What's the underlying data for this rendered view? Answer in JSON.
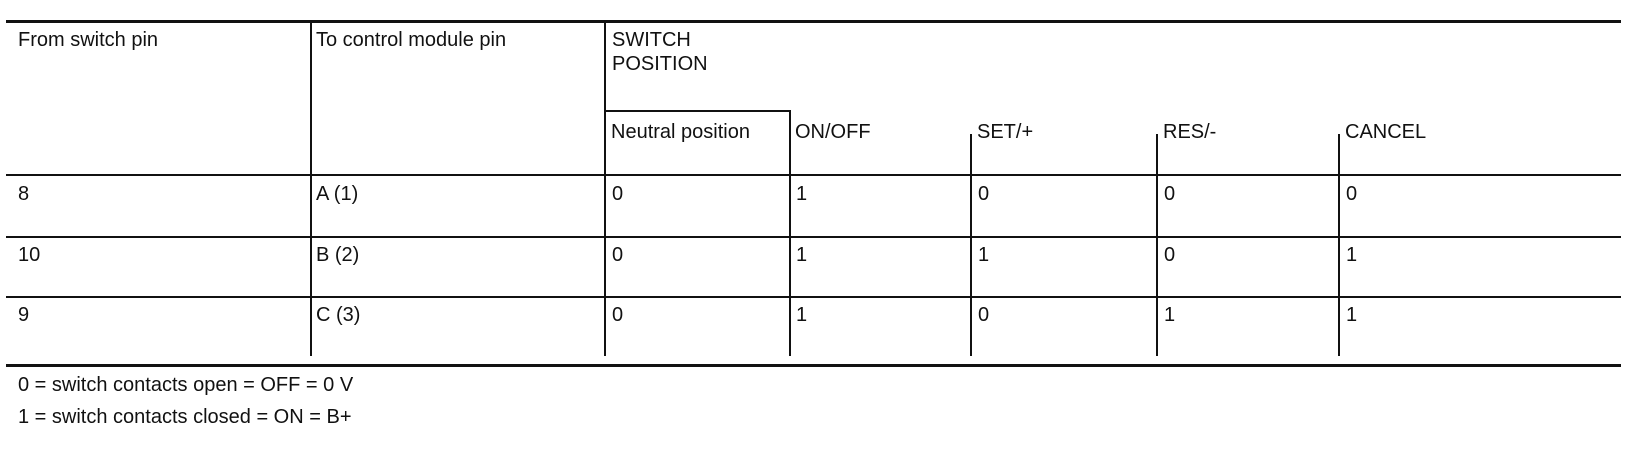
{
  "table": {
    "headers": {
      "from_switch_pin": "From switch pin",
      "to_control_module_pin": "To control module pin",
      "switch_position": "SWITCH POSITION",
      "positions": [
        "Neutral position",
        "ON/OFF",
        "SET/+",
        "RES/-",
        "CANCEL"
      ]
    },
    "rows": [
      {
        "from": "8",
        "to": "A (1)",
        "values": [
          "0",
          "1",
          "0",
          "0",
          "0"
        ]
      },
      {
        "from": "10",
        "to": "B (2)",
        "values": [
          "0",
          "1",
          "1",
          "0",
          "1"
        ]
      },
      {
        "from": "9",
        "to": "C (3)",
        "values": [
          "0",
          "1",
          "0",
          "1",
          "1"
        ]
      }
    ]
  },
  "legend": [
    "0 = switch contacts open = OFF = 0 V",
    "1 = switch contacts closed = ON = B+"
  ]
}
